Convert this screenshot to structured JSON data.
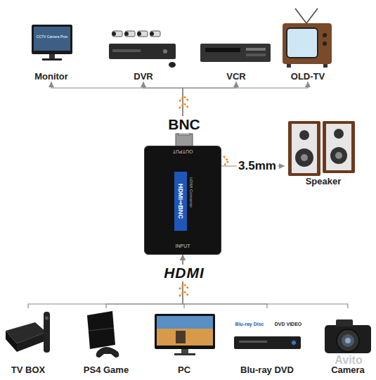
{
  "diagram": {
    "nodes": [
      {
        "text": [
          "Monitor"
        ]
      },
      {
        "text": [
          "DVR"
        ]
      },
      {
        "text": [
          "VCR"
        ]
      },
      {
        "text": [
          "OLD-TV"
        ]
      },
      {
        "text": [
          "OUTPUT",
          "HDMI⇒BNC",
          "HDMI Converter",
          "INPUT"
        ]
      },
      {
        "text": [
          "Speaker"
        ]
      },
      {
        "text": [
          "TV BOX"
        ]
      },
      {
        "text": [
          "PS4 Game"
        ]
      },
      {
        "text": [
          "PC"
        ]
      },
      {
        "text": [
          "Blu-ray DVD"
        ]
      },
      {
        "text": [
          "Camera"
        ]
      }
    ],
    "edges": [
      {
        "from": 4,
        "to": 0,
        "arrow": "to"
      },
      {
        "from": 4,
        "to": 1,
        "arrow": "to"
      },
      {
        "from": 4,
        "to": 2,
        "arrow": "to"
      },
      {
        "from": 4,
        "to": 3,
        "arrow": "to"
      },
      {
        "from": 4,
        "to": 5,
        "label": "3.5mm",
        "arrow": "to"
      },
      {
        "from": 6,
        "to": 4,
        "arrow": "to"
      },
      {
        "from": 7,
        "to": 4,
        "arrow": "to"
      },
      {
        "from": 8,
        "to": 4,
        "arrow": "to"
      },
      {
        "from": 9,
        "to": 4,
        "arrow": "to"
      },
      {
        "from": 10,
        "to": 4,
        "arrow": "to"
      }
    ],
    "labels": [
      "BNC",
      "HDMI",
      "CCTV Camera Pros",
      "Blu-ray Disc",
      "DVD VIDEO",
      "Avito"
    ]
  }
}
